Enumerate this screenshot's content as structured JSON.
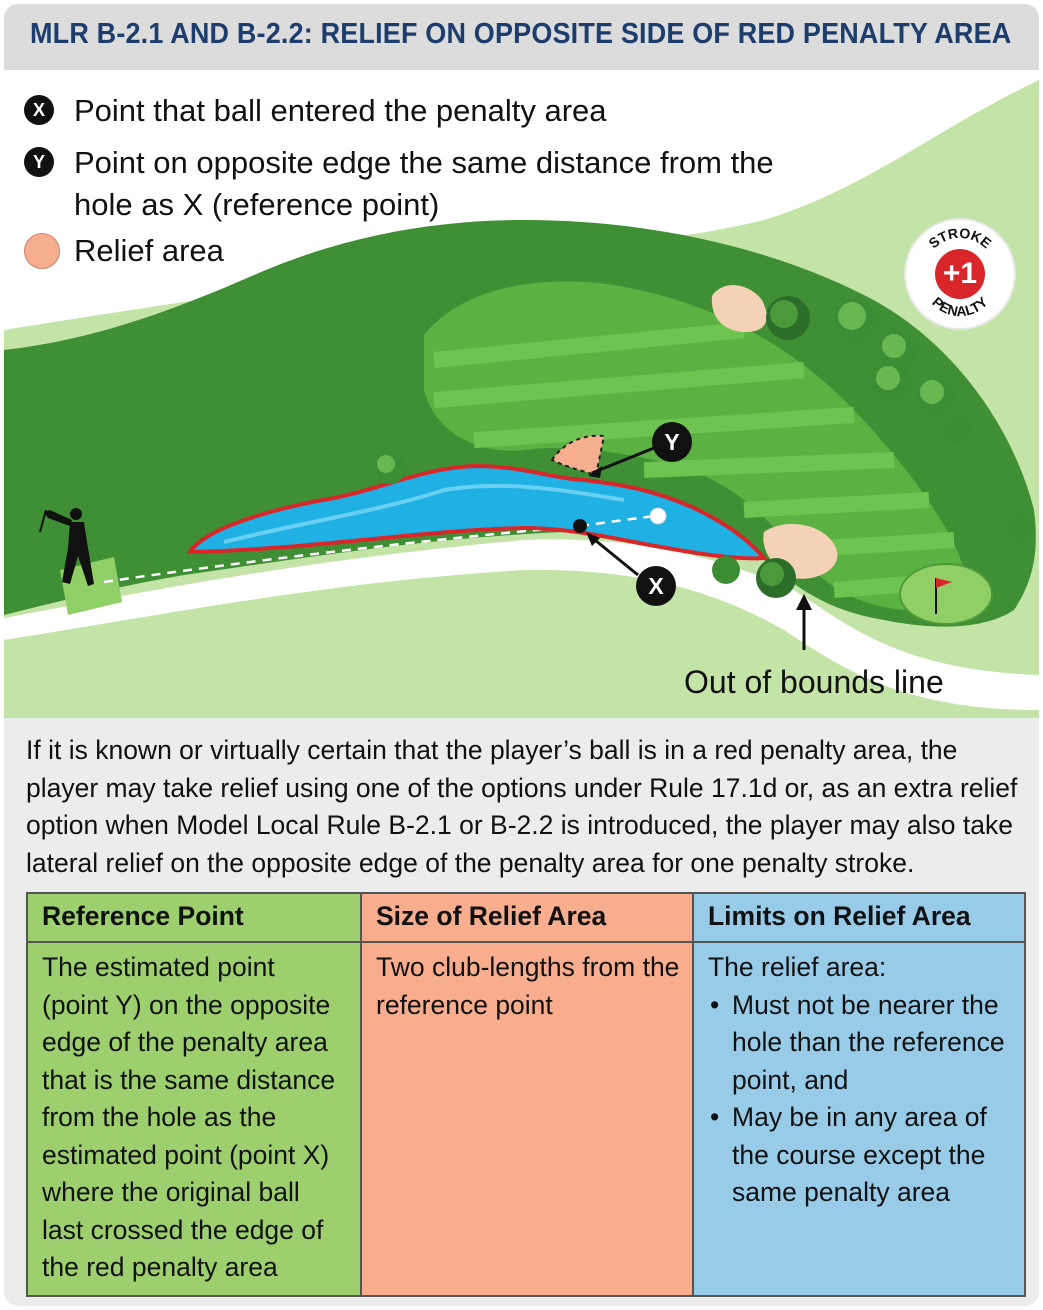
{
  "title": "MLR B-2.1 AND B-2.2:  RELIEF ON OPPOSITE SIDE OF RED PENALTY AREA",
  "legend": [
    {
      "marker": "X",
      "text": "Point that ball entered the penalty area"
    },
    {
      "marker": "Y",
      "text": "Point on opposite edge the same distance from the hole as X (reference point)"
    },
    {
      "marker": "",
      "text": "Relief area"
    }
  ],
  "callouts": {
    "y": "Y",
    "x": "X"
  },
  "oob_label": "Out of bounds line",
  "badge": {
    "top": "STROKE",
    "center": "+1",
    "bottom": "PENALTY"
  },
  "description": "If it is known or virtually certain that the player’s ball is in a red penalty area, the player may take relief using one of the options under Rule 17.1d or, as an extra relief option when Model Local Rule B-2.1 or B-2.2 is introduced, the player may also take lateral relief on the opposite edge of the penalty area for one penalty stroke.",
  "table": {
    "headers": [
      "Reference Point",
      "Size of Relief Area",
      "Limits on Relief Area"
    ],
    "reference_point": "The estimated point (point Y) on the opposite edge of the penalty area that is the same distance from the hole as the estimated point (point X) where the original ball last crossed the edge of the red penalty area",
    "size": "Two club-lengths from the reference point",
    "limits_intro": "The relief area:",
    "limits": [
      "Must not be nearer the hole than the reference point, and",
      "May be in any area of the course except the same penalty area"
    ]
  },
  "colors": {
    "title": "#1c3d6e",
    "rough": "#c4e3a6",
    "fairway": "#57a83d",
    "water": "#1fb1e4",
    "penalty_line": "#d8262a",
    "relief": "#f7ad8f",
    "reference_point_col": "#9dcf6f",
    "size_col": "#f8ad8f",
    "limits_col": "#98cbe8"
  }
}
